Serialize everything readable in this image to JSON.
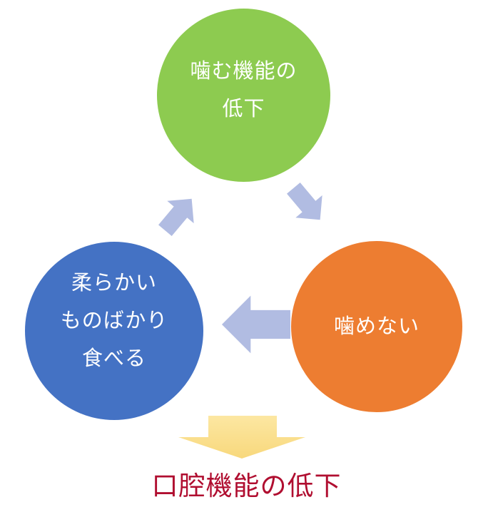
{
  "diagram": {
    "background_color": "#FFFFFF",
    "nodes": {
      "top": {
        "label_lines": [
          "噛む機能の",
          "低下"
        ],
        "full_label": "噛む機能の低下",
        "fill_color": "#8DCB50",
        "text_color": "#FFFFFF"
      },
      "right": {
        "label_lines": [
          "噛めない"
        ],
        "full_label": "噛めない",
        "fill_color": "#ED7D31",
        "text_color": "#FFFFFF"
      },
      "left": {
        "label_lines": [
          "柔らかい",
          "ものばかり",
          "食べる"
        ],
        "full_label": "柔らかいものばかり食べる",
        "fill_color": "#4472C4",
        "text_color": "#FFFFFF"
      }
    },
    "cycle_arrows": {
      "fill_color": "#B1BCE2",
      "items": [
        {
          "name": "arrow-top-to-right",
          "direction": "down-right"
        },
        {
          "name": "arrow-right-to-left",
          "direction": "left"
        },
        {
          "name": "arrow-left-to-top",
          "direction": "up-right"
        }
      ]
    },
    "result_arrow": {
      "direction": "down",
      "gradient_top_color": "#FCE7A2",
      "gradient_bottom_color": "#F8D87C"
    },
    "result_label": {
      "text": "口腔機能の低下",
      "text_color": "#B00E30"
    }
  }
}
